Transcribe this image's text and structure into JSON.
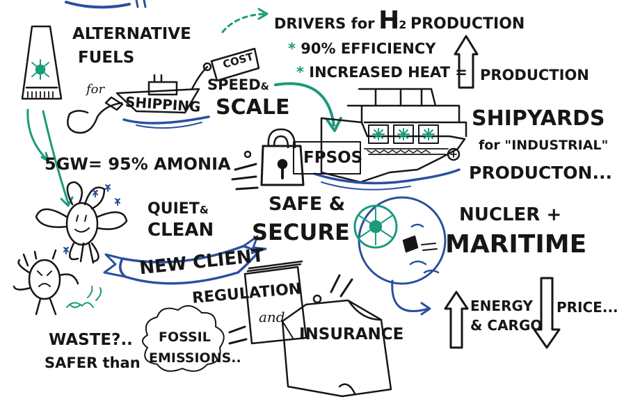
{
  "title": {
    "drivers": "DRIVERS for",
    "h": "H",
    "sub2": "2",
    "production": "PRODUCTION"
  },
  "drivers_list": [
    {
      "bullet": "*",
      "text": "90% EFFICIENCY"
    },
    {
      "bullet": "*",
      "text": "INCREASED HEAT ="
    }
  ],
  "production_label": "PRODUCTION",
  "alt_fuels": {
    "line1": "ALTERNATIVE",
    "line2": "FUELS",
    "for": "for"
  },
  "shipping": "SHIPPING",
  "cost": "COST",
  "speed_scale": {
    "line1": "SPEED",
    "amp": "&",
    "line2": "SCALE"
  },
  "fpsos": "FPSOS",
  "shipyards": {
    "line1": "SHIPYARDS",
    "line2": "for \"INDUSTRIAL\"",
    "line3": "PRODUCTON..."
  },
  "ammonia": "5GW= 95% AMONIA",
  "quiet_clean": {
    "line1": "QUIET",
    "amp": "&",
    "line2": "CLEAN"
  },
  "safe_secure": {
    "line1": "SAFE &",
    "line2": "SECURE"
  },
  "nuclear_maritime": {
    "line1": "NUCLER +",
    "line2": "MARITIME"
  },
  "new_client": "NEW CLIENT",
  "regulation": {
    "line1": "REGULATION",
    "and": "and",
    "line2": "INSURANCE"
  },
  "energy_cargo": {
    "line1": "ENERGY",
    "line2": "& CARGO"
  },
  "price": "PRICE...",
  "waste": {
    "line1": "WASTE?..",
    "line2": "SAFER than"
  },
  "fossil": {
    "line1": "FOSSIL",
    "line2": "EMISSIONS.."
  },
  "colors": {
    "ink": "#161616",
    "green": "#1a9b7a",
    "blue": "#2a4fa0"
  }
}
